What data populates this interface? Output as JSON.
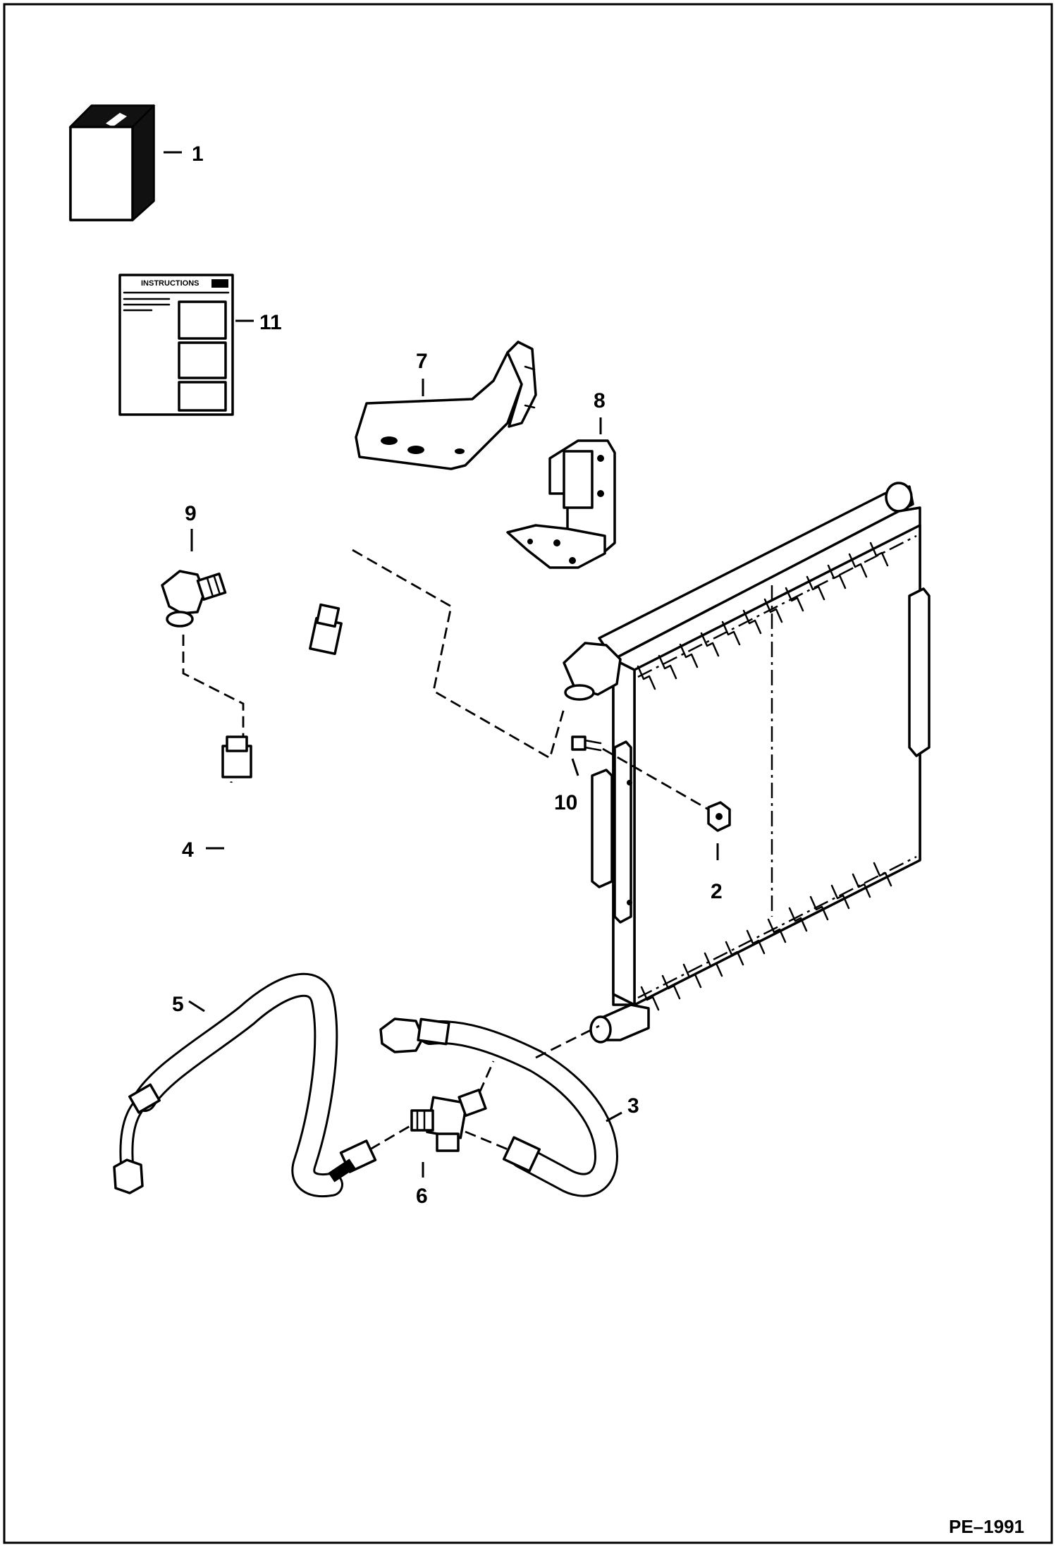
{
  "figure_code": "PE–1991",
  "callouts": {
    "c1": "1",
    "c2": "2",
    "c3": "3",
    "c4": "4",
    "c5": "5",
    "c6": "6",
    "c7": "7",
    "c8": "8",
    "c9": "9",
    "c10": "10",
    "c11": "11"
  },
  "instruction_sheet": {
    "title": "INSTRUCTIONS"
  }
}
